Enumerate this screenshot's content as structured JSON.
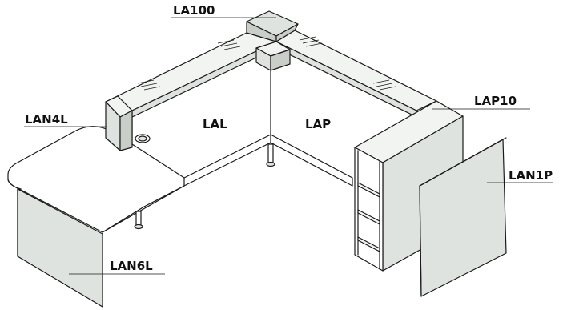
{
  "colors": {
    "line": "#1a1a1a",
    "white": "#ffffff",
    "light": "#f2f4f2",
    "mid": "#dfe3df",
    "dark": "#c9cec9"
  },
  "labels": {
    "la100": "LA100",
    "lan4l": "LAN4L",
    "lal": "LAL",
    "lap": "LAP",
    "lap10": "LAP10",
    "lan1p": "LAN1P",
    "lan6l": "LAN6L"
  }
}
